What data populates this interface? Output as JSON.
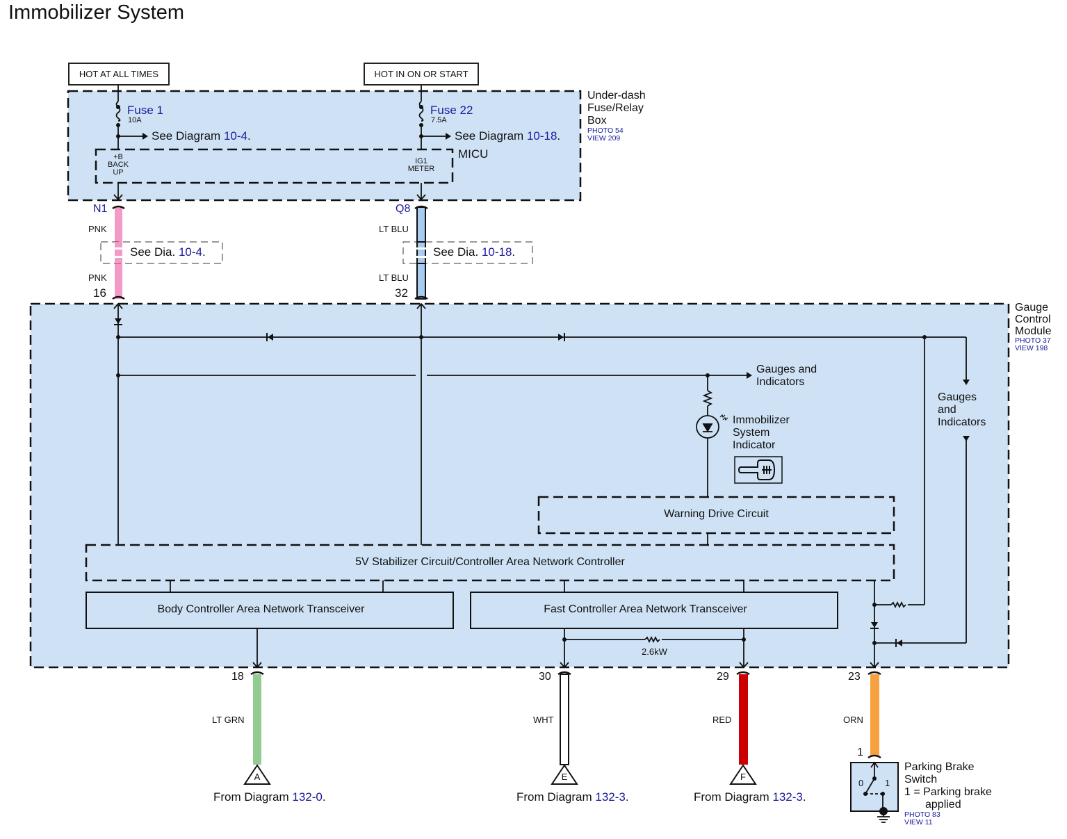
{
  "title": "Immobilizer System",
  "power_sources": [
    {
      "label": "HOT AT ALL TIMES"
    },
    {
      "label": "HOT IN ON OR START"
    }
  ],
  "fuse_box": {
    "name_lines": [
      "Under-dash",
      "Fuse/Relay",
      "Box"
    ],
    "photo": "PHOTO 54",
    "view": "VIEW 209",
    "micu_label": "MICU",
    "fuses": [
      {
        "name": "Fuse 1",
        "rating": "10A",
        "see_prefix": "See Diagram ",
        "see_ref": "10-4",
        "see_suffix": ".",
        "terminal_lines": [
          "+B",
          "BACK",
          "UP"
        ]
      },
      {
        "name": "Fuse 22",
        "rating": "7.5A",
        "see_prefix": "See Diagram ",
        "see_ref": "10-18",
        "see_suffix": ".",
        "terminal_lines": [
          "IG1",
          "METER"
        ]
      }
    ]
  },
  "upper_wires": [
    {
      "connector": "N1",
      "color_top": "PNK",
      "color_bottom": "PNK",
      "pin": "16",
      "see_prefix": "See Dia. ",
      "see_ref": "10-4",
      "see_suffix": ".",
      "wire_color": "#f49ac7"
    },
    {
      "connector": "Q8",
      "color_top": "LT BLU",
      "color_bottom": "LT BLU",
      "pin": "32",
      "see_prefix": "See Dia. ",
      "see_ref": "10-18",
      "see_suffix": ".",
      "wire_color": "#a8cdf0"
    }
  ],
  "gauge_module": {
    "name_lines": [
      "Gauge",
      "Control",
      "Module"
    ],
    "photo": "PHOTO 37",
    "view": "VIEW 198",
    "gauges_right_lines": [
      "Gauges",
      "and",
      "Indicators"
    ],
    "gauges_top_lines": [
      "Gauges and",
      "Indicators"
    ],
    "indicator_lines": [
      "Immobilizer",
      "System",
      "Indicator"
    ],
    "warning_drive": "Warning Drive Circuit",
    "stabilizer": "5V Stabilizer Circuit/Controller Area Network Controller",
    "body_can": "Body Controller Area Network Transceiver",
    "fast_can": "Fast Controller Area Network Transceiver",
    "resistor_value": "2.6kW"
  },
  "lower_wires": [
    {
      "pin": "18",
      "color": "LT GRN",
      "wire_color": "#93cc93",
      "connector": "A",
      "from_prefix": "From Diagram ",
      "from_ref": "132-0",
      "from_suffix": "."
    },
    {
      "pin": "30",
      "color": "WHT",
      "wire_color": "#ffffff",
      "connector": "E",
      "from_prefix": "From Diagram ",
      "from_ref": "132-3",
      "from_suffix": "."
    },
    {
      "pin": "29",
      "color": "RED",
      "wire_color": "#cc0000",
      "connector": "F",
      "from_prefix": "From Diagram ",
      "from_ref": "132-3",
      "from_suffix": "."
    },
    {
      "pin": "23",
      "color": "ORN",
      "wire_color": "#f7a040"
    }
  ],
  "parking_brake": {
    "pin": "1",
    "name_lines": [
      "Parking Brake",
      "Switch"
    ],
    "note_line1": "1 = Parking brake",
    "note_line2": "applied",
    "pos0": "0",
    "pos1": "1",
    "photo": "PHOTO 83",
    "view": "VIEW 11"
  },
  "colors": {
    "module_fill": "#cfe2f5",
    "link_blue": "#1a1a9a",
    "line": "#111111"
  }
}
